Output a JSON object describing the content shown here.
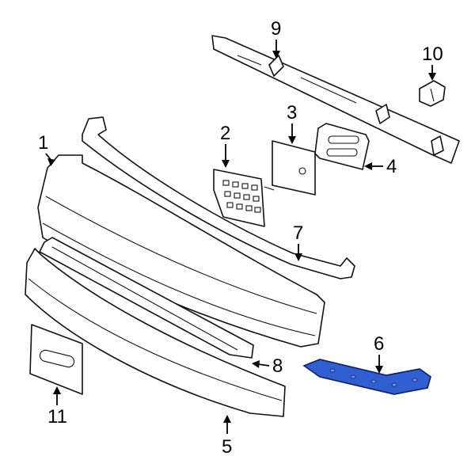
{
  "callouts": [
    {
      "id": "1",
      "text": "1"
    },
    {
      "id": "2",
      "text": "2"
    },
    {
      "id": "3",
      "text": "3"
    },
    {
      "id": "4",
      "text": "4"
    },
    {
      "id": "5",
      "text": "5"
    },
    {
      "id": "6",
      "text": "6"
    },
    {
      "id": "7",
      "text": "7"
    },
    {
      "id": "8",
      "text": "8"
    },
    {
      "id": "9",
      "text": "9"
    },
    {
      "id": "10",
      "text": "10"
    },
    {
      "id": "11",
      "text": "11"
    }
  ],
  "highlight": {
    "part": "6",
    "color": "#2f5fd0"
  }
}
